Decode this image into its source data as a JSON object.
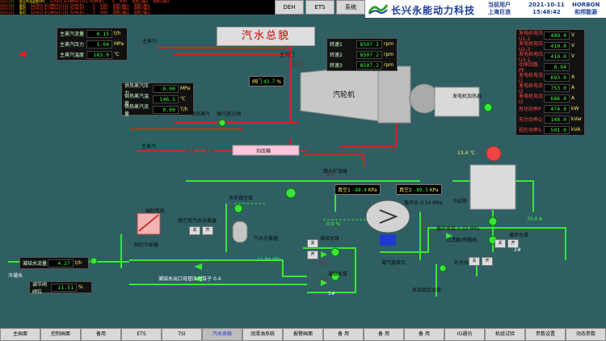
{
  "alarms": [
    {
      "c1": "2021101",
      "c2": "轴瓦供油温度HP5",
      "c3": "SZA001.SFOMRH11101.TEAM.N5....",
      "c4": "0",
      "c5": "A001",
      "c6": "报警已确认",
      "c7": "报警已确认"
    },
    {
      "c1": "2021101",
      "c2": "备用",
      "c3": "SZA001.SFOMRH11101.TEAM.N5....",
      "c4": "0",
      "c5": "A001",
      "c6": "报警已确认",
      "c7": "报警已确认"
    },
    {
      "c1": "2021101",
      "c2": "备用",
      "c3": "SZA001.SFOMRH11101.TEAM.N5....",
      "c4": "0",
      "c5": "A001",
      "c6": "报警已确认",
      "c7": "报警已确认"
    },
    {
      "c1": "2021101",
      "c2": "备用",
      "c3": "SZA001.SFOMRH11101.TEAM.N5....",
      "c4": "0",
      "c5": "A001",
      "c6": "报警已确认",
      "c7": "报警已确认"
    }
  ],
  "topnav": [
    "DEH",
    "ETS",
    "系统"
  ],
  "brand": {
    "name": "长兴永能动力科技",
    "user_label": "当前用户",
    "user_name": "上海巨浪",
    "date": "2021-10-11",
    "time": "15:46:42",
    "corp_en": "HORBON",
    "corp_cn": "和邦能源"
  },
  "page_title": "汽水总貌",
  "main_steam": [
    {
      "label": "主蒸汽流量",
      "value": "4.15",
      "unit": "t/h"
    },
    {
      "label": "主蒸汽压力",
      "value": "1.04",
      "unit": "MPa"
    },
    {
      "label": "主蒸汽温度",
      "value": "183.0",
      "unit": "℃"
    }
  ],
  "heating_steam": [
    {
      "label": "供热蒸汽压力",
      "value": "-0.00",
      "unit": "MPa"
    },
    {
      "label": "供热蒸汽温度",
      "value": "146.5",
      "unit": "℃"
    },
    {
      "label": "供热蒸汽流量",
      "value": "0.00",
      "unit": "T/h"
    }
  ],
  "speeds": [
    {
      "label": "转速1",
      "value": "8507.2",
      "unit": "rpm"
    },
    {
      "label": "转速2",
      "value": "8507.2",
      "unit": "rpm"
    },
    {
      "label": "转速3",
      "value": "8507.2",
      "unit": "rpm"
    }
  ],
  "valve": {
    "label": "阀门",
    "value": "43.7",
    "unit": "%"
  },
  "generator": [
    {
      "label": "发电机电压U1-2",
      "value": "409.0",
      "unit": "V"
    },
    {
      "label": "发电机电压U2-3",
      "value": "410.0",
      "unit": "V"
    },
    {
      "label": "发电机电压U3-1",
      "value": "410.0",
      "unit": "V"
    },
    {
      "label": "功率因数PF",
      "value": "0.94",
      "unit": ""
    },
    {
      "label": "发电机电流I1",
      "value": "693.0",
      "unit": "A"
    },
    {
      "label": "发电机电流I2",
      "value": "753.0",
      "unit": "A"
    },
    {
      "label": "发电机电流I3",
      "value": "686.0",
      "unit": "A"
    },
    {
      "label": "有功功率P",
      "value": "474.0",
      "unit": "kW"
    },
    {
      "label": "无功功率Q",
      "value": "148.0",
      "unit": "kVar"
    },
    {
      "label": "视在功率S",
      "value": "501.0",
      "unit": "kVA"
    }
  ],
  "labels": {
    "main_steam_in": "主蒸汽",
    "main_steam_valve": "主汽门",
    "turbine": "汽轮机",
    "gen_heater": "发电机加热器",
    "heat_supply": "供热蒸汽",
    "backpressure_valve": "抽汽逆止阀",
    "steam_in2": "主蒸汽",
    "balance_box": "均压箱",
    "drain_box": "疏水扩容器",
    "vacuum_pump": "水环真空泵",
    "vacuum_pump_sep": "真空泵汽水分离器",
    "vacuum1": "真空1",
    "vacuum2": "真空2",
    "vac1_val": "-88.4",
    "vac2_val": "-89.5",
    "vac_unit": "KPa",
    "circ_water": "循环水",
    "circ_flow": "0.14",
    "circ_unit": "MPa",
    "cooling": "冷却塔",
    "sealing_fan": "轴封风机",
    "seal_cooler": "轴封冷却器",
    "steam_sep": "汽水分离器",
    "cond_pump1": "凝结水泵",
    "cond_pump2": "凝结水泵",
    "condenser": "凝汽器液位",
    "cond_flow_lbl": "凝结水流量",
    "cond_flow_val": "4.27",
    "cond_flow_unit": "t/h",
    "make_valve_lbl": "调节阀阀位",
    "make_valve_val": "11.51",
    "make_valve_unit": "%",
    "to_deaerator": "冷凝水",
    "pump_out": "凝结水出口母管压力泵子",
    "pump_out_val": "0.4",
    "cond_pressure": "11.90",
    "circ_pump": "循环水泵",
    "circ_pump_val": "0.33",
    "circ_pump_unit": "MPa",
    "amp1": "70.0",
    "amp_unit": "A",
    "tower_val": "13.4",
    "tower_unit": "℃",
    "filter": "过滤器/旁路阀",
    "makeup_water": "补水水箱",
    "river_water": "来自综合水泵",
    "level": "0.0",
    "level_unit": "%",
    "pct_unit": "%",
    "one": "1#",
    "two": "2#",
    "kpa_unit": "KPa",
    "kpa2": "0.0",
    "v_on": "关",
    "v_off": "开"
  },
  "bottomnav": [
    "主画面",
    "控制画面",
    "备用",
    "ETS",
    "TSI",
    "汽水系统",
    "润滑油系统",
    "报警画面",
    "备 用",
    "备 用",
    "备 用",
    "IO通讯",
    "机组试验",
    "参数设置",
    "动态参数"
  ],
  "bottom_active": 5
}
